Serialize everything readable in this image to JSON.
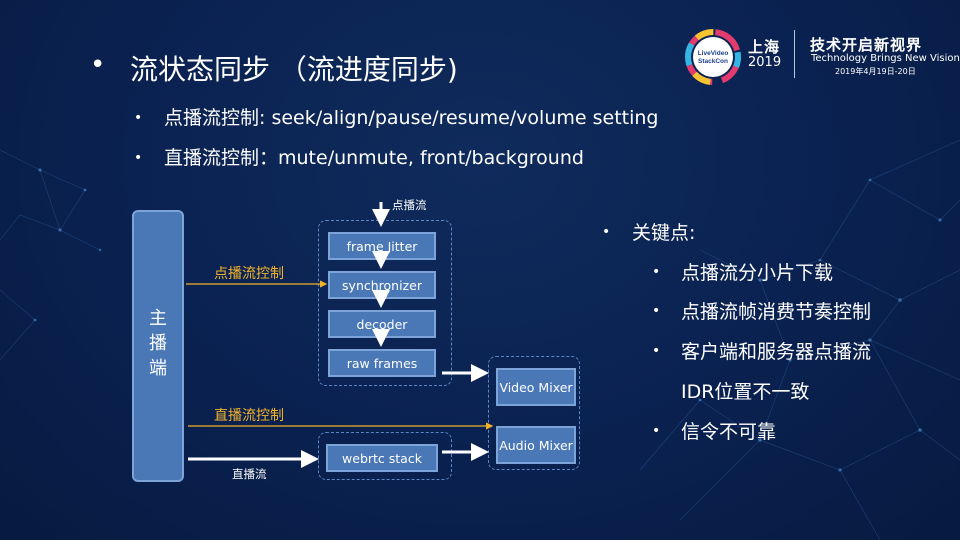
{
  "logo": {
    "event_name": "LiveVideoStackCon",
    "city": "上海",
    "year": "2019",
    "tagline_zh": "技术开启新视界",
    "tagline_en": "Technology Brings New Vision",
    "date": "2019年4月19日-20日"
  },
  "slide": {
    "title": "流状态同步 （流进度同步)",
    "bullets": [
      {
        "text": "点播流控制:  seek/align/pause/resume/volume  setting"
      },
      {
        "text": "直播流控制：mute/unmute,   front/background"
      }
    ]
  },
  "diagram": {
    "main_node": "主播端",
    "vod_stream_label": "点播流",
    "live_stream_label": "直播流",
    "vod_control_label": "点播流控制",
    "live_control_label": "直播流控制",
    "pipeline": [
      "frame Jitter",
      "synchronizer",
      "decoder",
      "raw frames"
    ],
    "webrtc": "webrtc stack",
    "mixers": [
      "Video Mixer",
      "Audio Mixer"
    ]
  },
  "key_points": {
    "heading": "关键点:",
    "items": [
      "点播流分小片下载",
      "点播流帧消费节奏控制",
      "客户端和服务器点播流",
      "IDR位置不一致",
      "信令不可靠"
    ]
  },
  "colors": {
    "background": "#0a2150",
    "node_fill": "#4a78b7",
    "node_border": "#7da4d8",
    "control_arrow": "#f2b32a"
  }
}
